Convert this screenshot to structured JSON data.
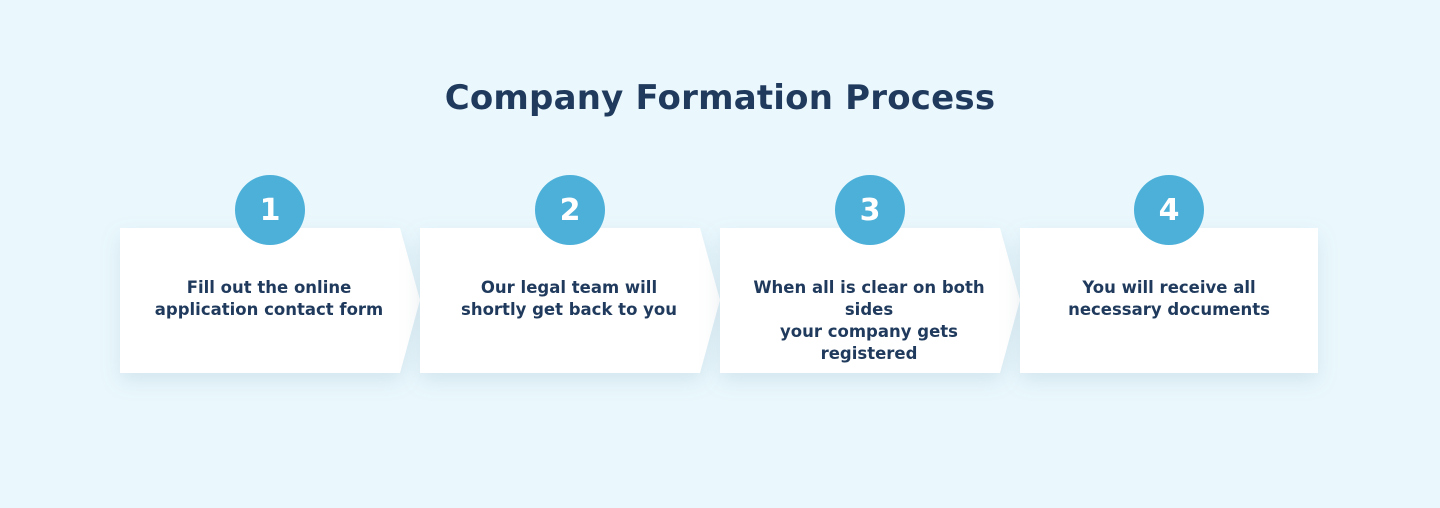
{
  "title": "Company Formation Process",
  "steps": [
    {
      "number": "1",
      "line1": "Fill out the online",
      "line2": "application contact form"
    },
    {
      "number": "2",
      "line1": "Our legal team will",
      "line2": "shortly get back to you"
    },
    {
      "number": "3",
      "line1": "When all is clear on both sides",
      "line2": "your company gets registered"
    },
    {
      "number": "4",
      "line1": "You will receive all",
      "line2": "necessary documents"
    }
  ],
  "colors": {
    "background": "#eaf8fd",
    "card": "#ffffff",
    "badge": "#4cb0d9",
    "text": "#1f3a5c"
  }
}
